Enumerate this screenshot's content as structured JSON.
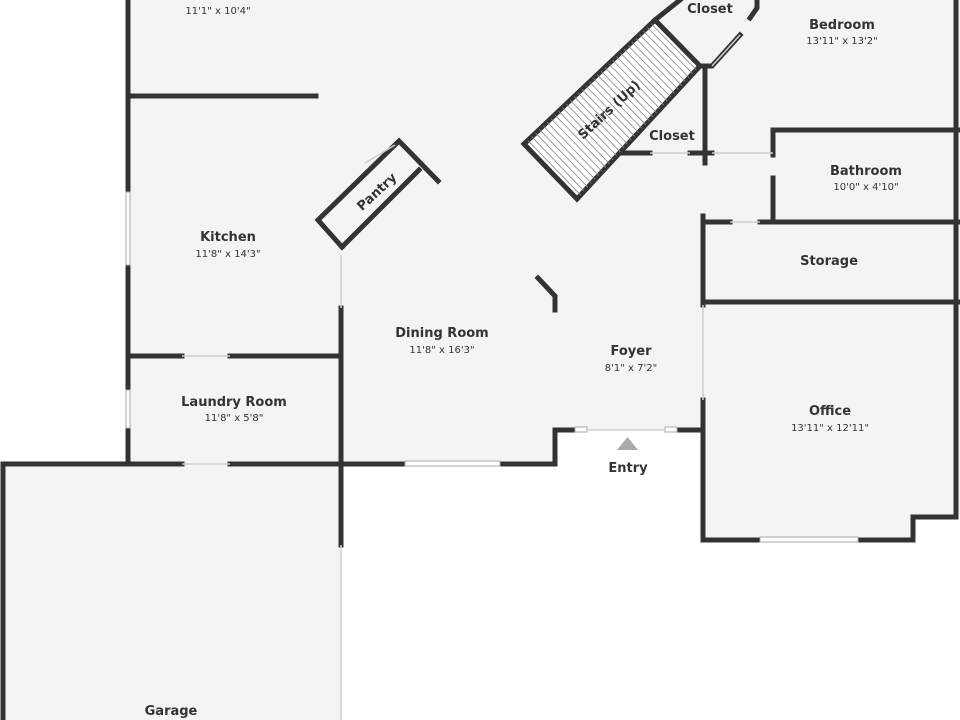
{
  "rooms": {
    "top_room": {
      "name": "",
      "dims": "11'1\" x 10'4\""
    },
    "closet_top": {
      "name": "Closet",
      "dims": ""
    },
    "bedroom": {
      "name": "Bedroom",
      "dims": "13'11\" x 13'2\""
    },
    "stairs": {
      "name": "Stairs (Up)",
      "dims": ""
    },
    "closet_mid": {
      "name": "Closet",
      "dims": ""
    },
    "pantry": {
      "name": "Pantry",
      "dims": ""
    },
    "bathroom": {
      "name": "Bathroom",
      "dims": "10'0\" x 4'10\""
    },
    "kitchen": {
      "name": "Kitchen",
      "dims": "11'8\" x 14'3\""
    },
    "storage": {
      "name": "Storage",
      "dims": ""
    },
    "dining_room": {
      "name": "Dining Room",
      "dims": "11'8\" x 16'3\""
    },
    "foyer": {
      "name": "Foyer",
      "dims": "8'1\" x 7'2\""
    },
    "laundry_room": {
      "name": "Laundry Room",
      "dims": "11'8\" x 5'8\""
    },
    "office": {
      "name": "Office",
      "dims": "13'11\" x 12'11\""
    },
    "entry": {
      "name": "Entry",
      "dims": ""
    },
    "garage": {
      "name": "Garage",
      "dims": ""
    }
  },
  "colors": {
    "wall": "#333333",
    "floor": "#f4f4f4",
    "entry_marker": "#aaaaaa"
  }
}
